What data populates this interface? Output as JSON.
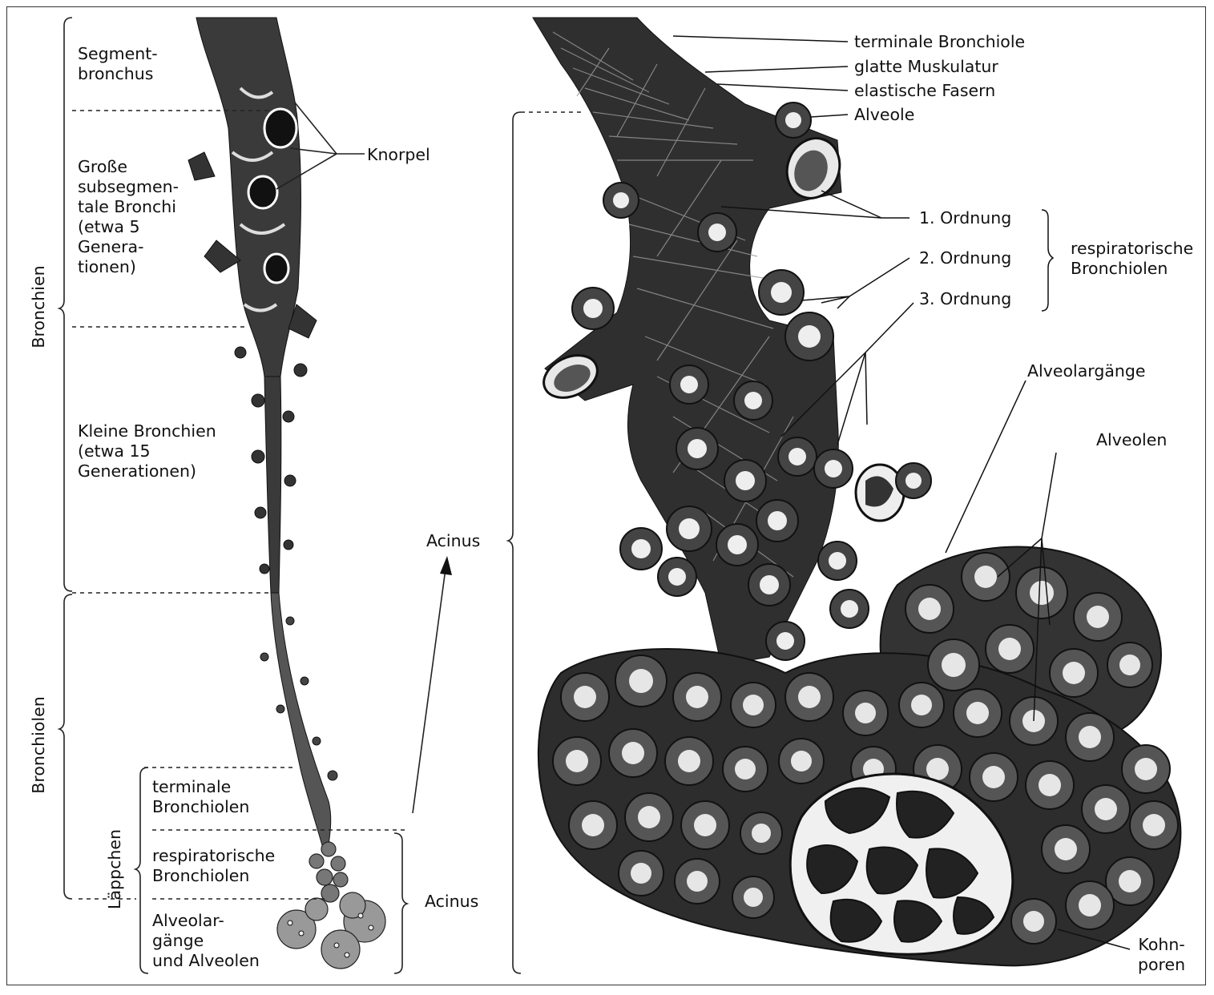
{
  "left_panel": {
    "sections": {
      "segmentbronchus": "Segment-\nbronchus",
      "grosse_subsegmentale": "Große\nsubsegmen-\ntale Bronchi\n(etwa 5\nGenera-\ntionen)",
      "kleine_bronchien": "Kleine Bronchien\n(etwa 15\nGenerationen)",
      "terminale_bronchiolen": "terminale\nBronchiolen",
      "respiratorische_bronchiolen": "respiratorische\nBronchiolen",
      "alveolargaenge_alveolen": "Alveolar-\ngänge\nund Alveolen"
    },
    "knorpel": "Knorpel",
    "bracket_labels": {
      "bronchien": "Bronchien",
      "bronchiolen": "Bronchiolen",
      "laeppchen": "Läppchen"
    },
    "acinus_bottom": "Acinus",
    "acinus_arrow": "Acinus"
  },
  "right_panel": {
    "terminale_bronchiole": "terminale Bronchiole",
    "glatte_muskulatur": "glatte Muskulatur",
    "elastische_fasern": "elastische Fasern",
    "alveole": "Alveole",
    "ordnung_1": "1. Ordnung",
    "ordnung_2": "2. Ordnung",
    "ordnung_3": "3. Ordnung",
    "respiratorische_bronchiolen": "respiratorische\nBronchiolen",
    "alveolargaenge": "Alveolargänge",
    "alveolen": "Alveolen",
    "kohn_poren": "Kohn-\nporen"
  },
  "colors": {
    "ink": "#111111",
    "tissue": "#2a2a2a",
    "highlight": "#f2f2f2"
  }
}
